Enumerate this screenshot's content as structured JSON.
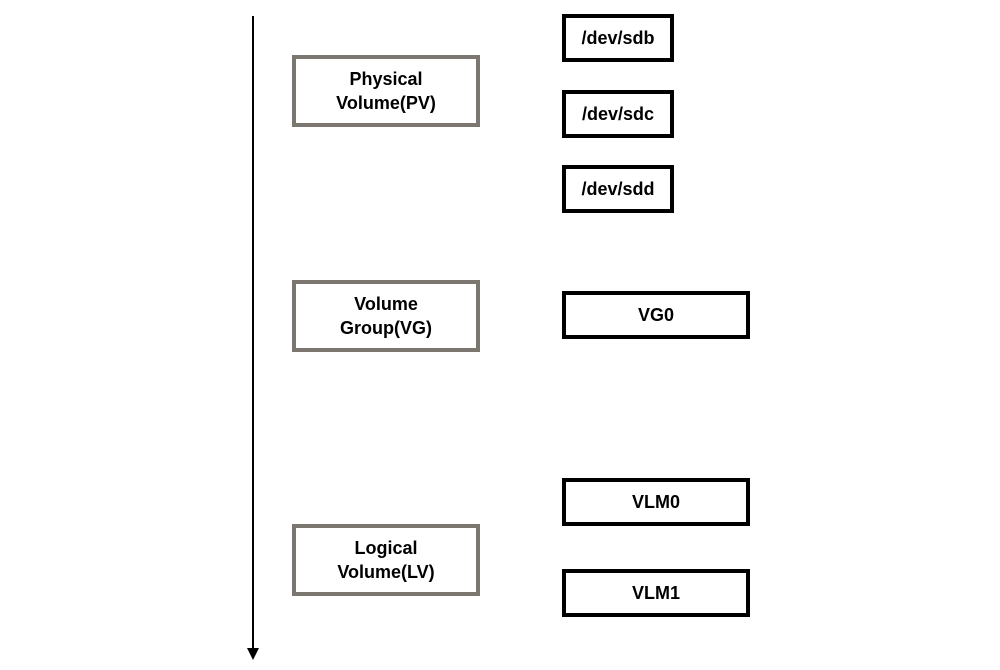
{
  "colors": {
    "layer_border": "#7b7770",
    "item_border": "#000000",
    "arrow": "#000000",
    "background": "#ffffff"
  },
  "layers": [
    {
      "label": "Physical\nVolume(PV)"
    },
    {
      "label": "Volume\nGroup(VG)"
    },
    {
      "label": "Logical\nVolume(LV)"
    }
  ],
  "physical_volumes": [
    "/dev/sdb",
    "/dev/sdc",
    "/dev/sdd"
  ],
  "volume_groups": [
    "VG0"
  ],
  "logical_volumes": [
    "VLM0",
    "VLM1"
  ]
}
